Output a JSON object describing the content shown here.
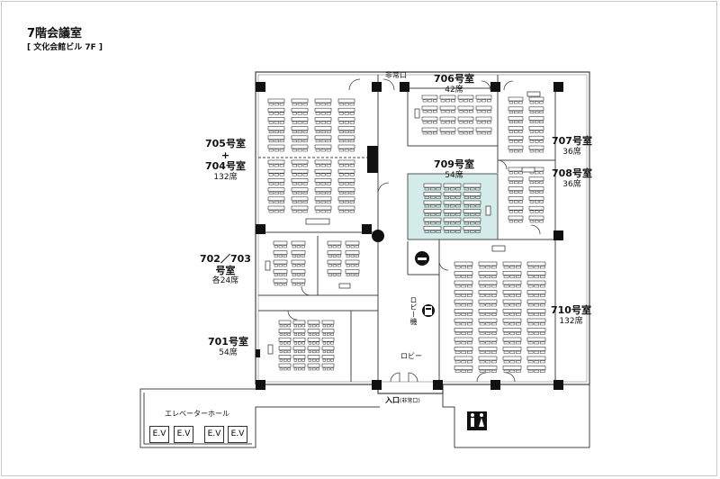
{
  "title": "7階会議室",
  "subtitle": "[ 文化会館ビル 7F ]",
  "labels": {
    "emergency_exit": "非常口",
    "lobby": "ロビー",
    "vending": "ロビー機",
    "entrance": "入口",
    "entrance_note": "(非常口)",
    "elevator_hall": "エレベーターホール",
    "ev": "E.V"
  },
  "rooms": {
    "r705_704": {
      "line1": "705号室",
      "line2": "+",
      "line3": "704号室",
      "seats": "132席"
    },
    "r702_703": {
      "line1": "702／703",
      "line2": "号室",
      "seats": "各24席"
    },
    "r701": {
      "name": "701号室",
      "seats": "54席"
    },
    "r706": {
      "name": "706号室",
      "seats": "42席"
    },
    "r707": {
      "name": "707号室",
      "seats": "36席"
    },
    "r708": {
      "name": "708号室",
      "seats": "36席"
    },
    "r709": {
      "name": "709号室",
      "seats": "54席"
    },
    "r710": {
      "name": "710号室",
      "seats": "132席"
    }
  },
  "colors": {
    "highlight_room": "#d3ebe9",
    "wall": "#333333",
    "pillar": "#111111"
  },
  "icons": [
    "smoking-area-icon",
    "phone-icon",
    "restroom-icon",
    "door-icon"
  ]
}
